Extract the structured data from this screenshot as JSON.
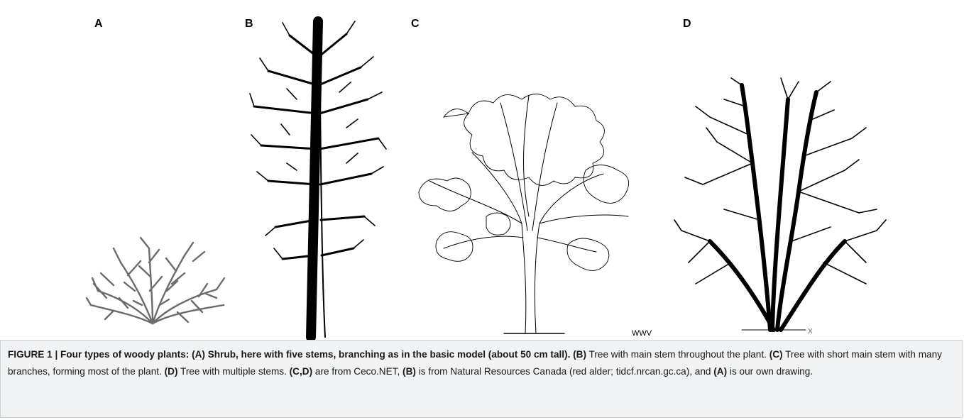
{
  "figure": {
    "panels": [
      {
        "label": "A",
        "subject": "shrub drawing"
      },
      {
        "label": "B",
        "subject": "tree with main stem drawing"
      },
      {
        "label": "C",
        "subject": "tree with short main stem drawing",
        "glyph": "WWV"
      },
      {
        "label": "D",
        "subject": "tree with multiple stems drawing",
        "axis_glyph": "X"
      }
    ],
    "colors": {
      "shrub_stroke": "#6b6b6b",
      "ink": "#000000",
      "caption_bg": "#f1f2f3"
    }
  },
  "caption": {
    "heading": "FIGURE 1 | Four types of woody plants: (A) Shrub, here with five stems, branching as in the basic model (about 50 cm tall).",
    "b_label": "(B)",
    "b_text": " Tree with main stem throughout the plant. ",
    "c_label": "(C)",
    "c_text": " Tree with short main stem with many branches, forming most of the plant. ",
    "d_label": "(D)",
    "d_text": " Tree with multiple stems. ",
    "cd_label": "(C,D)",
    "cd_text": " are from Ceco.NET, ",
    "b2_label": "(B)",
    "b2_text": " is from Natural Resources Canada (red alder; tidcf.nrcan.gc.ca), and ",
    "a_label": "(A)",
    "a_text": " is our own drawing."
  }
}
